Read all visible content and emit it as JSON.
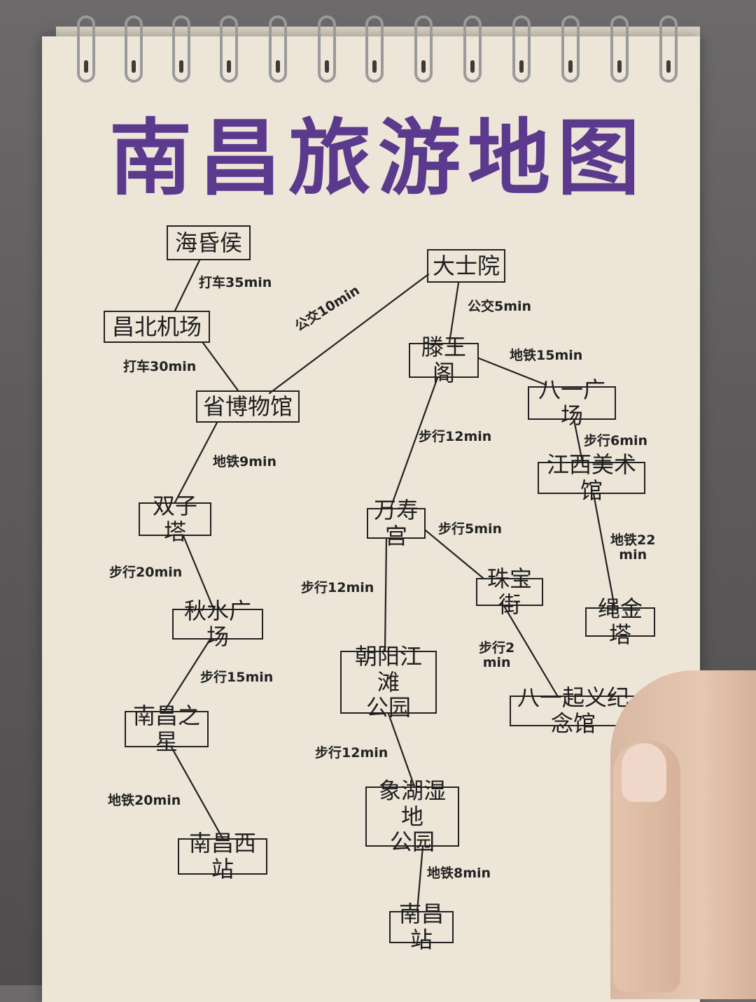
{
  "title": "南昌旅游地图",
  "nodes": {
    "haihunhou": "海昏侯",
    "changbei": "昌北机场",
    "shengbowuguan": "省博物馆",
    "shuangzita": "双子塔",
    "qiushui": "秋水广场",
    "nanchangzhixing": "南昌之星",
    "nanchangxi": "南昌西站",
    "dashiyuan": "大士院",
    "tengwangge": "滕王阁",
    "bayiguangchang": "八一广场",
    "jiangximeishuguan": "江西美术馆",
    "shengjinta": "绳金塔",
    "wanshougong": "万寿宫",
    "zhubaojie": "珠宝街",
    "bayiqiyi": "八一起义纪念馆",
    "chaoyang": "朝阳江滩\n公园",
    "xianghu": "象湖湿地\n公园",
    "nanchangzhan": "南昌站"
  },
  "links": {
    "haihunhou_changbei": "打车35min",
    "changbei_shengbowuguan": "打车30min",
    "shengbowuguan_dashiyuan": "公交10min",
    "dashiyuan_tengwangge": "公交5min",
    "tengwangge_bayiguangchang": "地铁15min",
    "bayiguangchang_jiangximeishuguan": "步行6min",
    "jiangximeishuguan_shengjinta": "地铁22\nmin",
    "tengwangge_wanshougong": "步行12min",
    "wanshougong_zhubaojie": "步行5min",
    "zhubaojie_bayiqiyi": "步行2\nmin",
    "wanshougong_chaoyang": "步行12min",
    "chaoyang_xianghu": "步行12min",
    "xianghu_nanchangzhan": "地铁8min",
    "shengbowuguan_shuangzita": "地铁9min",
    "shuangzita_qiushui": "步行20min",
    "qiushui_nanchangzhixing": "步行15min",
    "nanchangzhixing_nanchangxi": "地铁20min"
  },
  "colors": {
    "title": "#5b3a8e",
    "ink": "#222222",
    "paper": "#ece5d8"
  }
}
